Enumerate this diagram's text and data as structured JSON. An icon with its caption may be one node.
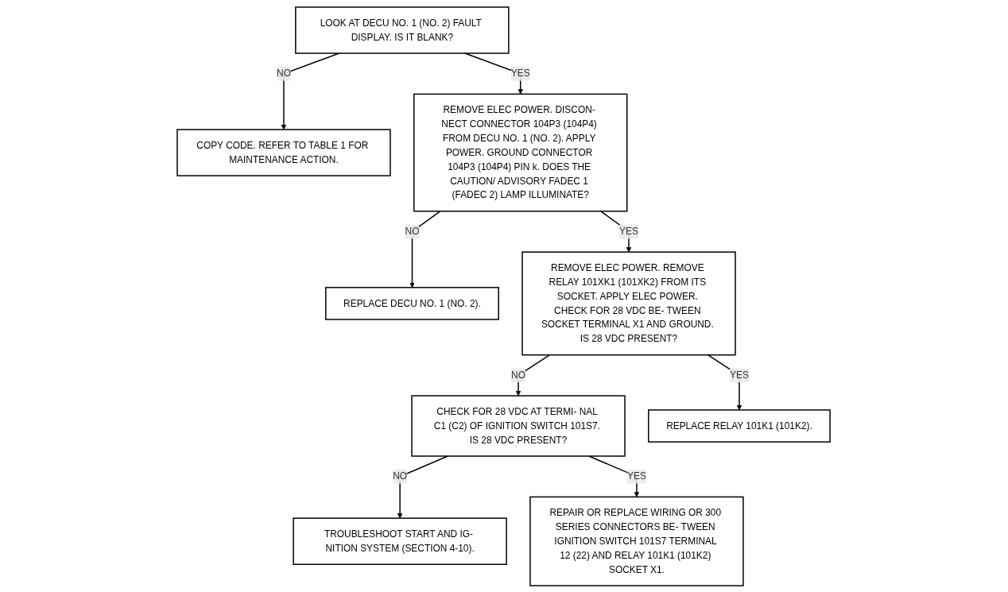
{
  "diagram": {
    "nodes": [
      {
        "text": [
          "LOOK AT DECU NO. 1 (NO. 2) FAULT DISPLAY. IS IT BLANK?"
        ]
      },
      {
        "text": [
          "COPY CODE. REFER TO TABLE 1 FOR MAINTENANCE ACTION."
        ]
      },
      {
        "text": [
          "REMOVE ELEC POWER. DISCON- NECT CONNECTOR 104P3 (104P4) FROM DECU NO. 1 (NO. 2). APPLY POWER. GROUND CONNECTOR 104P3 (104P4) PIN k. DOES THE CAUTION/ ADVISORY FADEC 1 (FADEC 2) LAMP ILLUMINATE?"
        ]
      },
      {
        "text": [
          "REPLACE DECU NO. 1 (NO. 2)."
        ]
      },
      {
        "text": [
          "REMOVE ELEC POWER. REMOVE RELAY 101XK1 (101XK2) FROM ITS SOCKET. APPLY ELEC POWER. CHECK FOR 28 VDC BE- TWEEN SOCKET TERMINAL X1 AND GROUND. IS 28 VDC PRESENT?"
        ]
      },
      {
        "text": [
          "CHECK FOR 28 VDC AT TERMI- NAL C1 (C2) OF IGNITION SWITCH 101S7. IS 28 VDC PRESENT?"
        ]
      },
      {
        "text": [
          "TROUBLESHOOT START AND IG- NITION SYSTEM (SECTION 4-10)."
        ]
      },
      {
        "text": [
          "REPLACE RELAY 101K1 (101K2)."
        ]
      },
      {
        "text": [
          "REPAIR OR REPLACE WIRING OR 300 SERIES CONNECTORS BE- TWEEN IGNITION SWITCH 101S7 TERMINAL 12 (22) AND RELAY 101K1 (101K2) SOCKET X1."
        ]
      }
    ],
    "edges": [
      {
        "from": 0,
        "to": 1,
        "arrow": "to",
        "label": "NO"
      },
      {
        "from": 0,
        "to": 2,
        "arrow": "to",
        "label": "YES"
      },
      {
        "from": 2,
        "to": 3,
        "arrow": "to",
        "label": "NO"
      },
      {
        "from": 2,
        "to": 4,
        "arrow": "to",
        "label": "YES"
      },
      {
        "from": 4,
        "to": 5,
        "arrow": "to",
        "label": "NO"
      },
      {
        "from": 5,
        "to": 6,
        "arrow": "to",
        "label": "NO"
      },
      {
        "from": 4,
        "to": 7,
        "arrow": "to",
        "label": "YES"
      },
      {
        "from": 5,
        "to": 8,
        "arrow": "to",
        "label": "YES"
      }
    ]
  }
}
